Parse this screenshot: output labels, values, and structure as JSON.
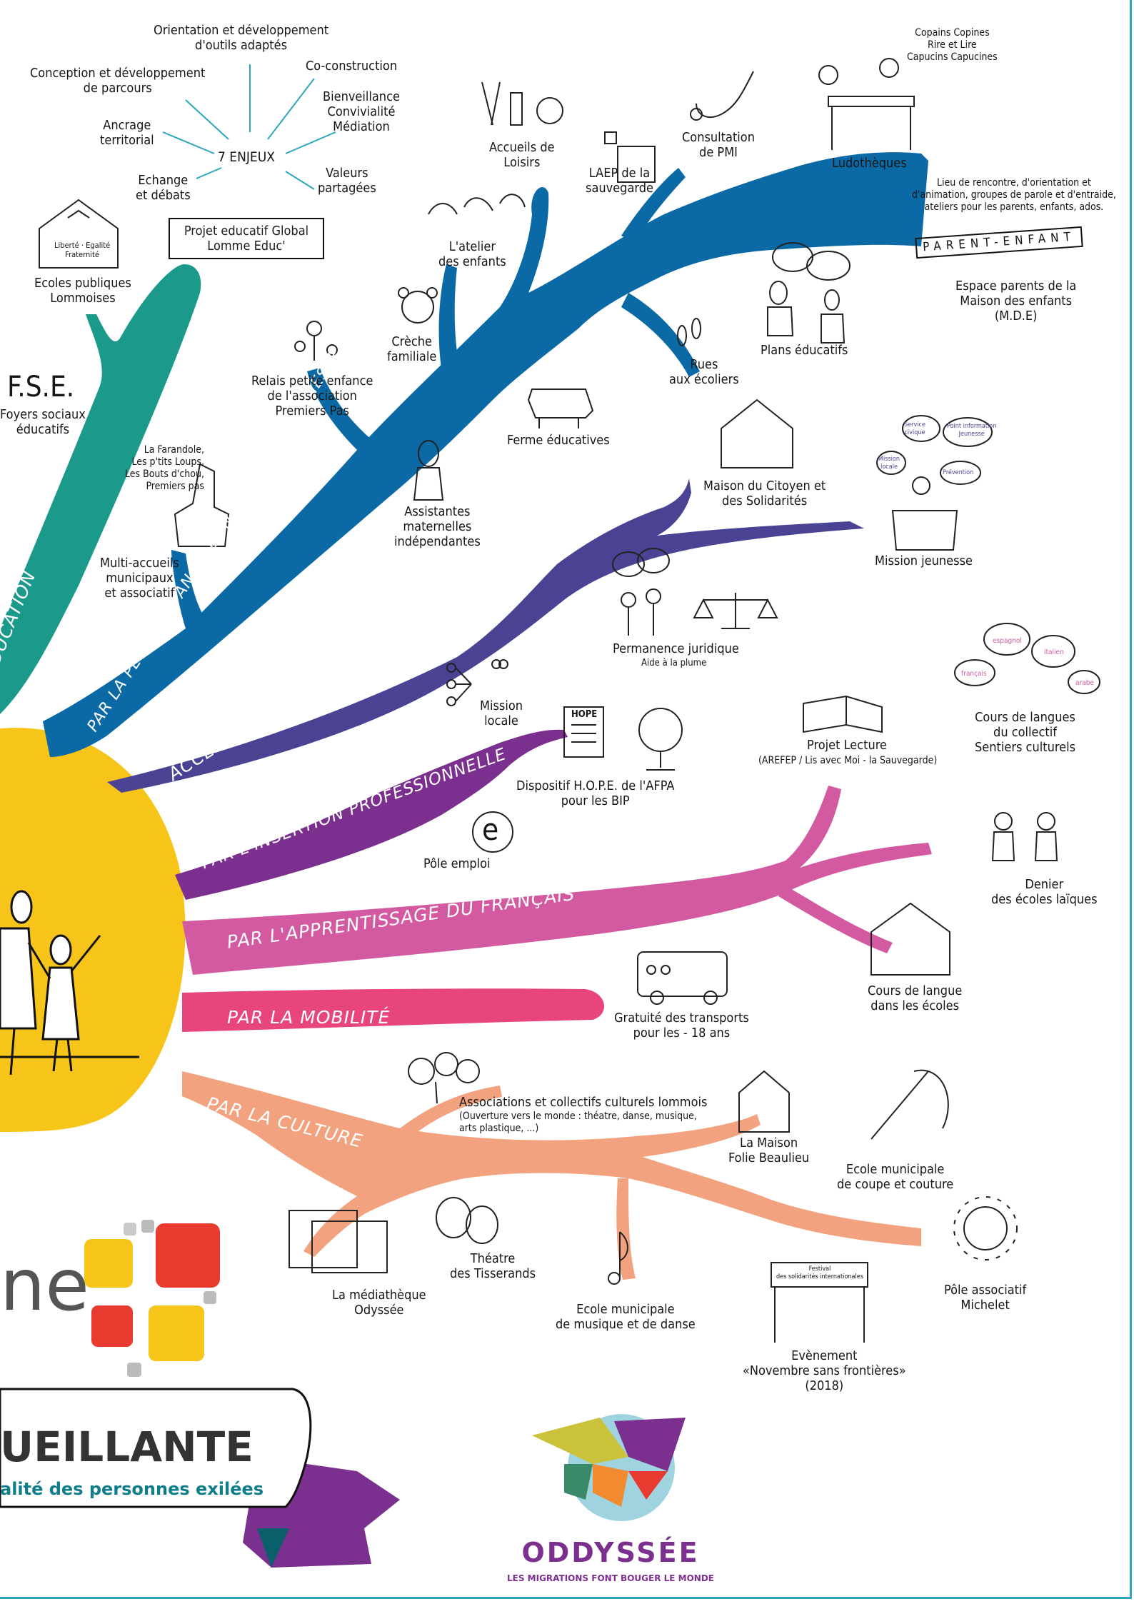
{
  "enjeux": {
    "center": "7 ENJEUX",
    "items": [
      "Orientation et développement\nd'outils adaptés",
      "Co-construction",
      "Bienveillance\nConvivialité\nMédiation",
      "Valeurs\npartagées",
      "Echange\net débats",
      "Ancrage\nterritorial",
      "Conception et développement\nde parcours"
    ],
    "projet": "Projet educatif Global\nLomme Educ'"
  },
  "education": {
    "ecoles": "Ecoles publiques\nLommoises",
    "fse_title": "F.S.E.",
    "fse": "Foyers sociaux\néducatifs",
    "branch": "DUCATION",
    "school_sign": "Liberté · Egalité\nFraternité"
  },
  "petite_enfance": {
    "branch": "PAR LA PETITE ENFANCE, L'ENFANCE ET LA JEUNESSE",
    "items": {
      "accueils": "Accueils de\nLoisirs",
      "laep": "LAEP de la\nsauvegarde",
      "pmi": "Consultation\nde PMI",
      "ludo_names": "Copains Copines\nRire et Lire\nCapucins Capucines",
      "ludo": "Ludothèques",
      "atelier": "L'atelier\ndes enfants",
      "lieu": "Lieu de rencontre, d'orientation et\nd'animation, groupes de parole et d'entraide,\nateliers pour les parents, enfants, ados.",
      "banner": "PARENT-ENFANT",
      "espace": "Espace parents de la\nMaison des enfants\n(M.D.E)",
      "creche": "Crèche\nfamiliale",
      "plans": "Plans éducatifs",
      "relais": "Relais petite enfance\nde l'association\nPremiers Pas",
      "rues": "Rues\naux écoliers",
      "ferme": "Ferme éducatives",
      "farandole": "La Farandole,\nLes p'tits Loups,\nLes Bouts d'chou,\nPremiers pas",
      "assistantes": "Assistantes\nmaternelles\nindépendantes",
      "multi": "Multi-accueils\nmunicipaux\net associatif"
    }
  },
  "droits": {
    "branch": "ACCÈS AUX DROITS",
    "maison": "Maison du Citoyen et\ndes Solidarités",
    "mission_jeunesse": "Mission jeunesse",
    "mj_bubbles": [
      "Service\ncivique",
      "Point information\nJeunesse",
      "Mission\nlocale",
      "Prévention"
    ],
    "permanence": "Permanence juridique",
    "plume": "Aide à la plume"
  },
  "insertion": {
    "branch": "PAR L'INSERTION PROFESSIONNELLE",
    "mission_locale": "Mission\nlocale",
    "hope_sign": "HOPE",
    "hope": "Dispositif H.O.P.E. de l'AFPA\npour les BIP",
    "pole": "Pôle emploi",
    "pole_glyph": "e"
  },
  "francais": {
    "branch": "PAR L'APPRENTISSAGE DU FRANÇAIS",
    "projet_lecture": "Projet Lecture",
    "arefep": "(AREFEP / Lis avec Moi - la Sauvegarde)",
    "cours_langues": "Cours de langues\ndu collectif\nSentiers culturels",
    "langues": [
      "espagnol",
      "italien",
      "français",
      "arabe"
    ],
    "denier": "Denier\ndes écoles laïques",
    "cours_ecoles": "Cours de langue\ndans les écoles"
  },
  "mobilite": {
    "branch": "PAR LA MOBILITÉ",
    "gratuite": "Gratuité des transports\npour les - 18 ans"
  },
  "culture": {
    "branch": "PAR LA CULTURE",
    "assoc": "Associations et collectifs culturels lommois",
    "assoc_note": "(Ouverture vers le monde : théatre, danse, musique,\narts plastique, ...)",
    "maison": "La Maison\nFolie Beaulieu",
    "couture": "Ecole municipale\nde coupe et couture",
    "theatre": "Théatre\ndes Tisserands",
    "mediatheque": "La médiathèque\nOdyssée",
    "musique": "Ecole municipale\nde musique et de danse",
    "festival": "Festival\ndes solidarités internationales",
    "evenement": "Evènement\n«Novembre sans frontières»\n(2018)",
    "michelet": "Pôle associatif\nMichelet"
  },
  "bottom": {
    "logo_text": "ne",
    "title": "UEILLANTE",
    "subtitle": "alité des personnes exilées",
    "oddy_title": "ODDYSSÉE",
    "oddy_tag": "LES MIGRATIONS FONT BOUGER LE MONDE"
  },
  "colors": {
    "teal": "#1b9a8c",
    "blue": "#0b6aa6",
    "indigo": "#4a4394",
    "purple": "#7b2f8e",
    "pink": "#d35aa0",
    "rose": "#e8457c",
    "salmon": "#f3a27f",
    "yellow": "#f7c51a",
    "frame": "#2aa6bd"
  }
}
